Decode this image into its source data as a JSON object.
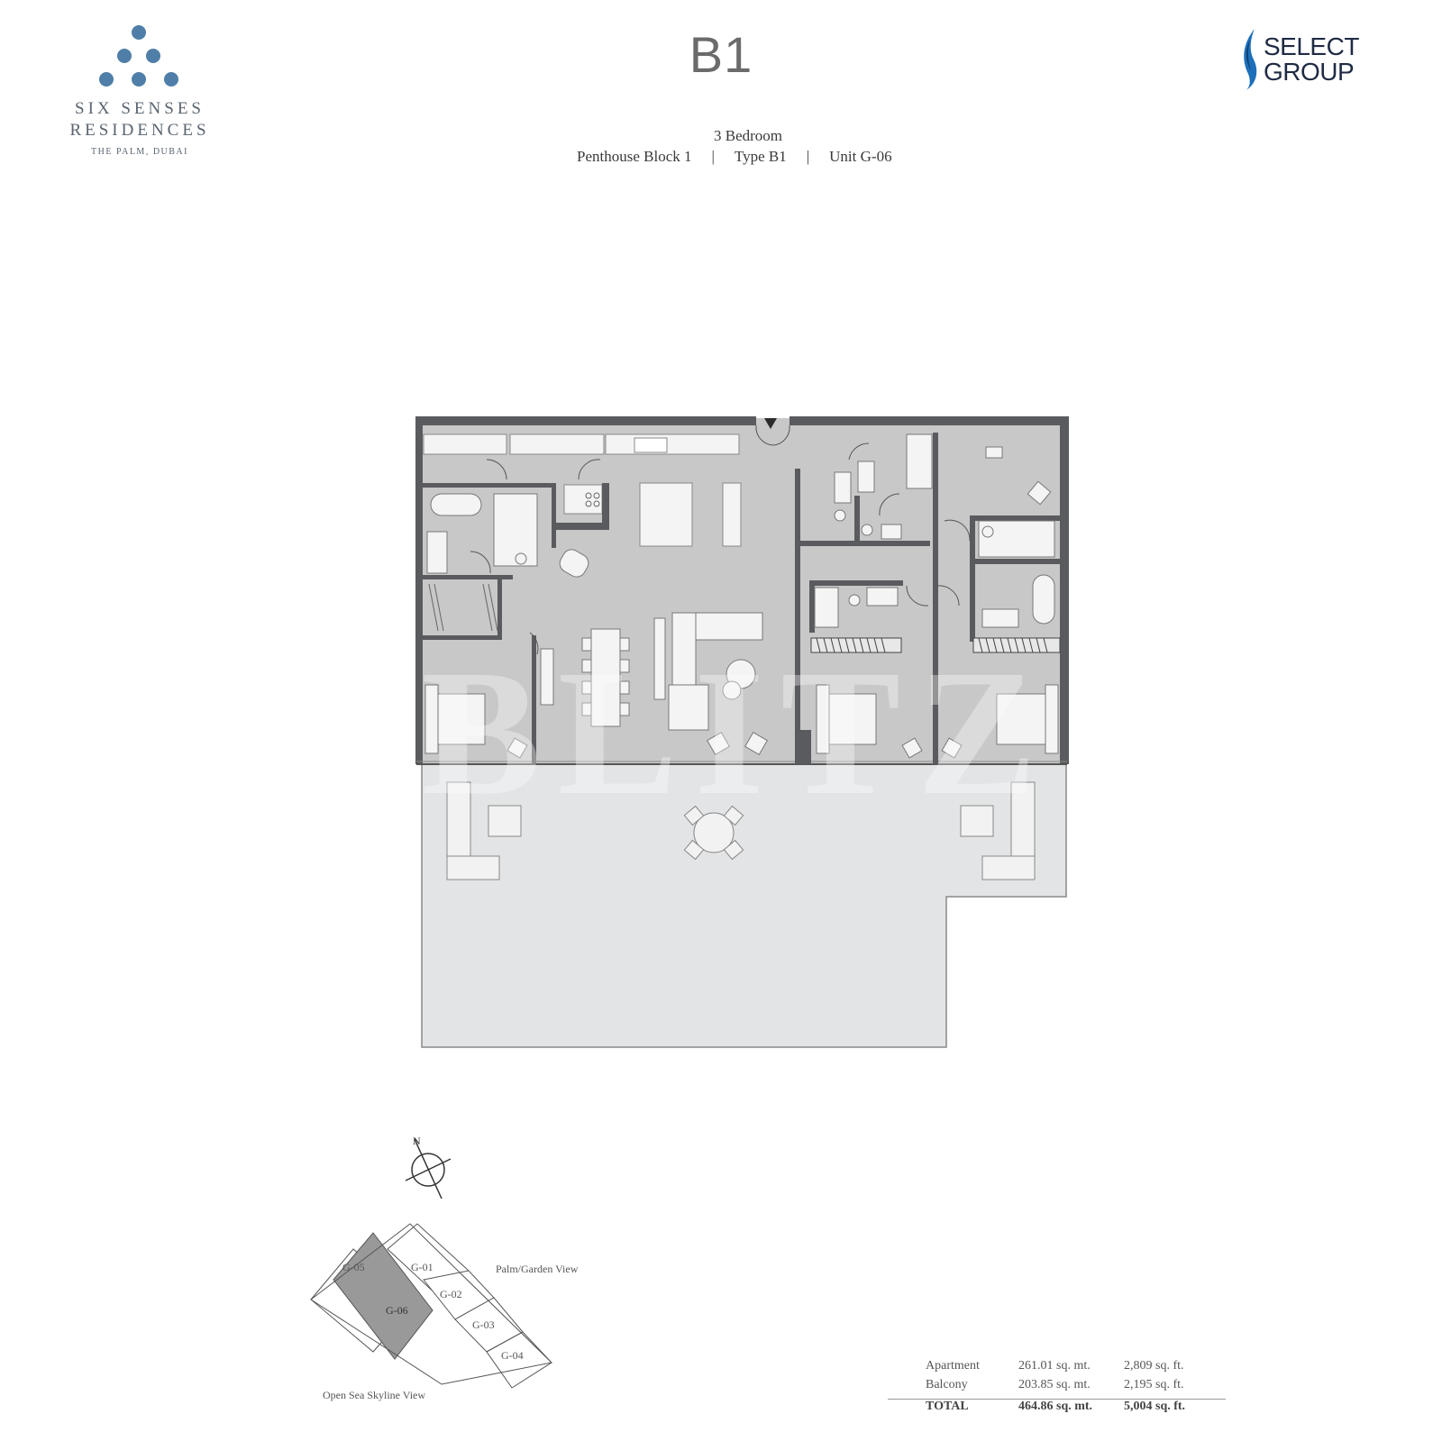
{
  "brand_left": {
    "name_line1": "SIX SENSES",
    "name_line2": "RESIDENCES",
    "location": "THE PALM, DUBAI",
    "dot_color": "#4f7fa8"
  },
  "brand_right": {
    "line1": "SELECT",
    "line2": "GROUP",
    "accent_color": "#1c6fb8"
  },
  "header": {
    "title": "B1",
    "bedrooms": "3 Bedroom",
    "block": "Penthouse Block 1",
    "type": "Type B1",
    "unit": "Unit G-06",
    "separator": "|"
  },
  "watermark": "BLITZ",
  "key_plan": {
    "north_label": "N",
    "units": [
      "G-05",
      "G-01",
      "G-02",
      "G-06",
      "G-03",
      "G-04"
    ],
    "highlighted_unit": "G-06",
    "view_top": "Palm/Garden View",
    "view_bottom": "Open Sea Skyline View"
  },
  "areas": {
    "rows": [
      {
        "label": "Apartment",
        "sqm": "261.01 sq. mt.",
        "sqft": "2,809 sq. ft."
      },
      {
        "label": "Balcony",
        "sqm": "203.85 sq. mt.",
        "sqft": "2,195 sq. ft."
      }
    ],
    "total": {
      "label": "TOTAL",
      "sqm": "464.86 sq. mt.",
      "sqft": "5,004 sq. ft."
    }
  },
  "colors": {
    "floor": "#c8c8c9",
    "terrace": "#e3e4e5",
    "wall": "#5a5b5e",
    "key_highlight": "#999999"
  }
}
